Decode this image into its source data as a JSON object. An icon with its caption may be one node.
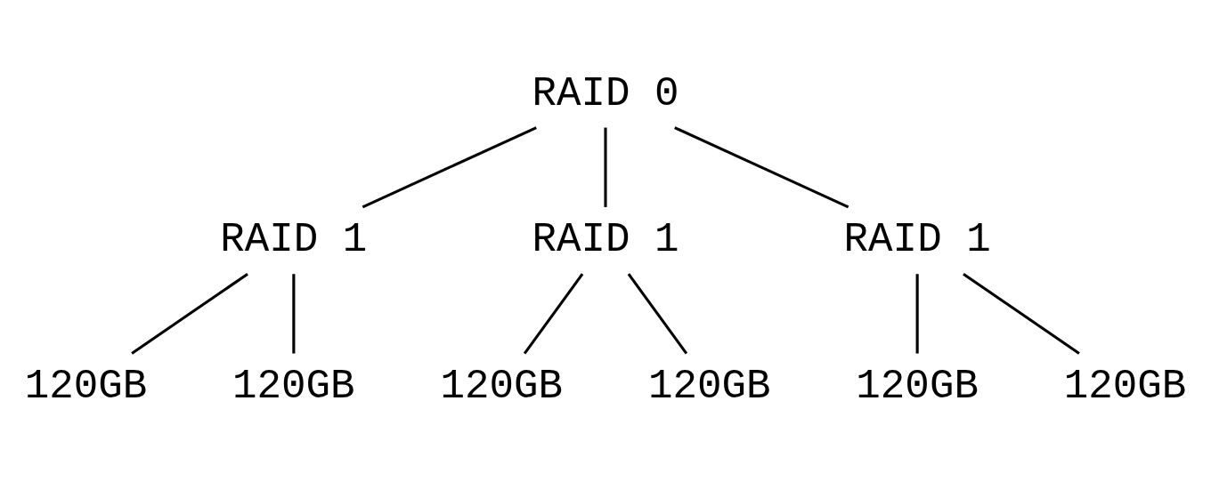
{
  "diagram": {
    "nodes": [
      {
        "text": [
          "RAID 0"
        ]
      },
      {
        "text": [
          "RAID 1"
        ]
      },
      {
        "text": [
          "RAID 1"
        ]
      },
      {
        "text": [
          "RAID 1"
        ]
      },
      {
        "text": [
          "120GB"
        ]
      },
      {
        "text": [
          "120GB"
        ]
      },
      {
        "text": [
          "120GB"
        ]
      },
      {
        "text": [
          "120GB"
        ]
      },
      {
        "text": [
          "120GB"
        ]
      },
      {
        "text": [
          "120GB"
        ]
      }
    ],
    "edges": [
      {
        "from": 0,
        "to": 1,
        "arrow": "none"
      },
      {
        "from": 0,
        "to": 2,
        "arrow": "none"
      },
      {
        "from": 0,
        "to": 3,
        "arrow": "none"
      },
      {
        "from": 1,
        "to": 4,
        "arrow": "none"
      },
      {
        "from": 1,
        "to": 5,
        "arrow": "none"
      },
      {
        "from": 2,
        "to": 6,
        "arrow": "none"
      },
      {
        "from": 2,
        "to": 7,
        "arrow": "none"
      },
      {
        "from": 3,
        "to": 8,
        "arrow": "none"
      },
      {
        "from": 3,
        "to": 9,
        "arrow": "none"
      }
    ]
  }
}
